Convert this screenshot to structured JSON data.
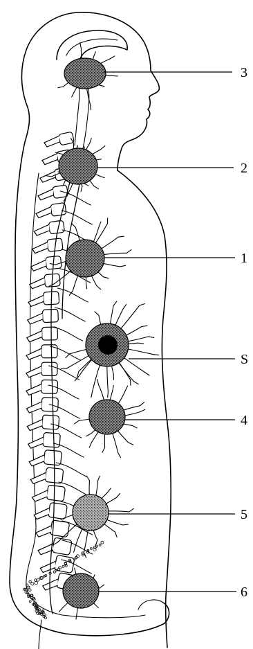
{
  "figure": {
    "centers": [
      {
        "id": "center-3",
        "label": "3"
      },
      {
        "id": "center-2",
        "label": "2"
      },
      {
        "id": "center-1",
        "label": "1"
      },
      {
        "id": "center-s",
        "label": "S"
      },
      {
        "id": "center-4",
        "label": "4"
      },
      {
        "id": "center-5",
        "label": "5"
      },
      {
        "id": "center-6",
        "label": "6"
      }
    ]
  },
  "colors": {
    "ink": "#000000",
    "plexus_fill": "#555555",
    "plexus_core": "#000000",
    "background": "#ffffff"
  }
}
